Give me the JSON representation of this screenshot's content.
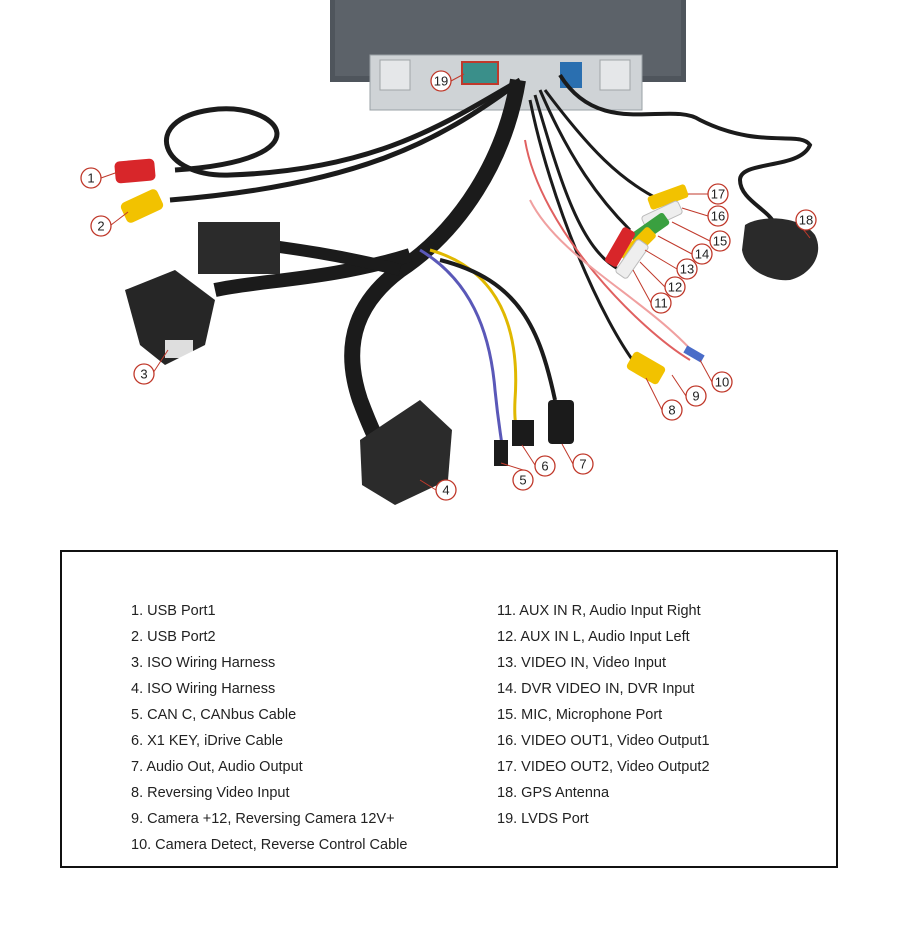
{
  "callouts": [
    "1",
    "2",
    "3",
    "4",
    "5",
    "6",
    "7",
    "8",
    "9",
    "10",
    "11",
    "12",
    "13",
    "14",
    "15",
    "16",
    "17",
    "18",
    "19"
  ],
  "legend": {
    "left": [
      "1. USB Port1",
      "2. USB Port2",
      "3. ISO Wiring Harness",
      "4. ISO Wiring Harness",
      "5. CAN C, CANbus Cable",
      "6. X1 KEY,  iDrive Cable",
      "7. Audio Out, Audio Output",
      "8. Reversing Video Input",
      "9. Camera +12, Reversing Camera 12V+",
      "10. Camera Detect, Reverse Control Cable"
    ],
    "right": [
      "11. AUX IN R, Audio Input Right",
      "12. AUX IN L, Audio Input Left",
      "13. VIDEO IN, Video Input",
      "14. DVR VIDEO IN, DVR Input",
      "15. MIC, Microphone Port",
      "16. VIDEO OUT1, Video Output1",
      "17. VIDEO OUT2, Video Output2",
      "18. GPS Antenna",
      "19. LVDS Port"
    ]
  },
  "colors": {
    "callout_stroke": "#c0392b",
    "cable_black": "#1b1b1b",
    "rca_red": "#d8262a",
    "rca_yellow": "#f2c200",
    "rca_green": "#3aa040",
    "rca_white": "#eeeeee",
    "wire_blue": "#5a58b8",
    "wire_yellow": "#e0b800"
  }
}
